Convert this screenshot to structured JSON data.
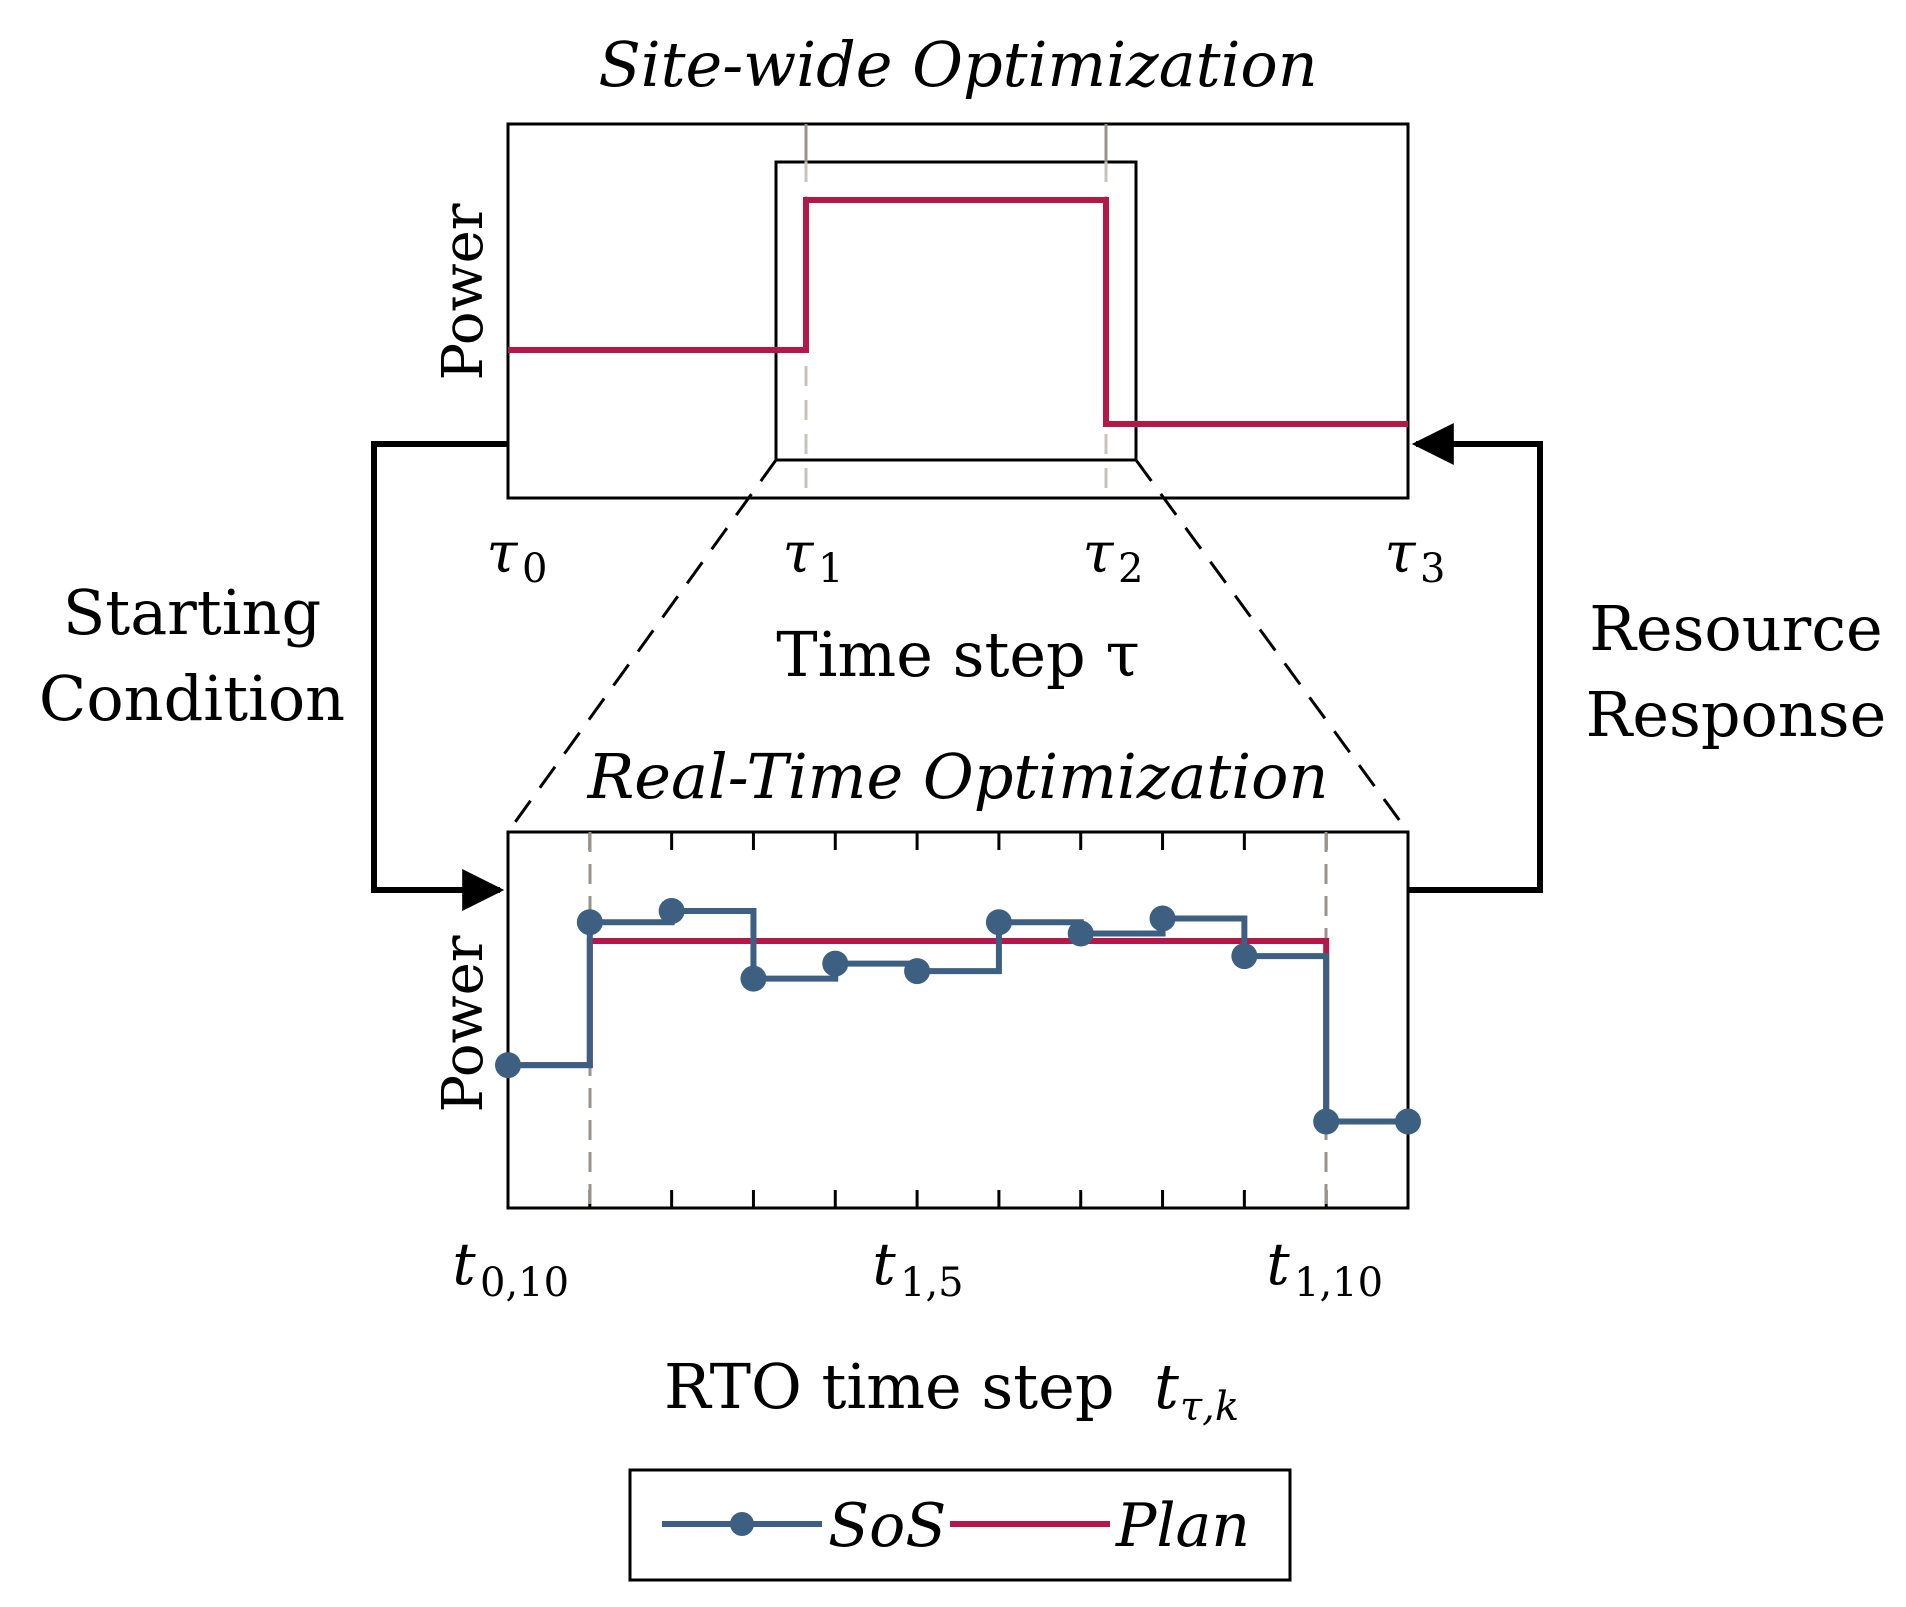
{
  "top_panel": {
    "title": "Site-wide Optimization",
    "ylabel": "Power",
    "xlabel": "Time step τ",
    "tick_labels": [
      {
        "base": "τ",
        "sub": "0"
      },
      {
        "base": "τ",
        "sub": "1"
      },
      {
        "base": "τ",
        "sub": "2"
      },
      {
        "base": "τ",
        "sub": "3"
      }
    ]
  },
  "bottom_panel": {
    "title": "Real-Time Optimization",
    "ylabel": "Power",
    "xlabel_main": "RTO time step ",
    "xlabel_var": "t",
    "xlabel_sub": "τ,k",
    "tick_labels": [
      {
        "base": "t",
        "sub": "0,10"
      },
      {
        "base": "t",
        "sub": "1,5"
      },
      {
        "base": "t",
        "sub": "1,10"
      }
    ]
  },
  "left_arrow_label": [
    "Starting",
    "Condition"
  ],
  "right_arrow_label": [
    "Resource",
    "Response"
  ],
  "legend": {
    "sos": "SoS",
    "plan": "Plan"
  },
  "colors": {
    "sos": "#3d5f82",
    "plan": "#b4174a",
    "dashed_grid": "#9a928c"
  },
  "chart_data": [
    {
      "type": "line",
      "title": "Site-wide Optimization",
      "xlabel": "Time step τ",
      "ylabel": "Power",
      "x_ticks": [
        "τ0",
        "τ1",
        "τ2",
        "τ3"
      ],
      "series": [
        {
          "name": "Plan",
          "step": true,
          "x": [
            0,
            1,
            2,
            3
          ],
          "y": [
            0.42,
            0.82,
            0.22,
            0.22
          ]
        }
      ],
      "ylim": [
        0,
        1
      ]
    },
    {
      "type": "line",
      "title": "Real-Time Optimization",
      "xlabel": "RTO time step t_τ,k",
      "ylabel": "Power",
      "x_ticks": [
        "t0,10",
        "t1,5",
        "t1,10"
      ],
      "series": [
        {
          "name": "SoS",
          "step": true,
          "x": [
            0,
            1,
            2,
            3,
            4,
            5,
            6,
            7,
            8,
            9,
            10,
            11
          ],
          "y": [
            0.38,
            0.76,
            0.79,
            0.61,
            0.65,
            0.63,
            0.76,
            0.73,
            0.77,
            0.67,
            0.23,
            0.23
          ]
        },
        {
          "name": "Plan",
          "step": true,
          "x": [
            0,
            1,
            10,
            11
          ],
          "y": [
            0.38,
            0.71,
            0.23,
            0.23
          ]
        }
      ],
      "ylim": [
        0,
        1
      ]
    }
  ]
}
